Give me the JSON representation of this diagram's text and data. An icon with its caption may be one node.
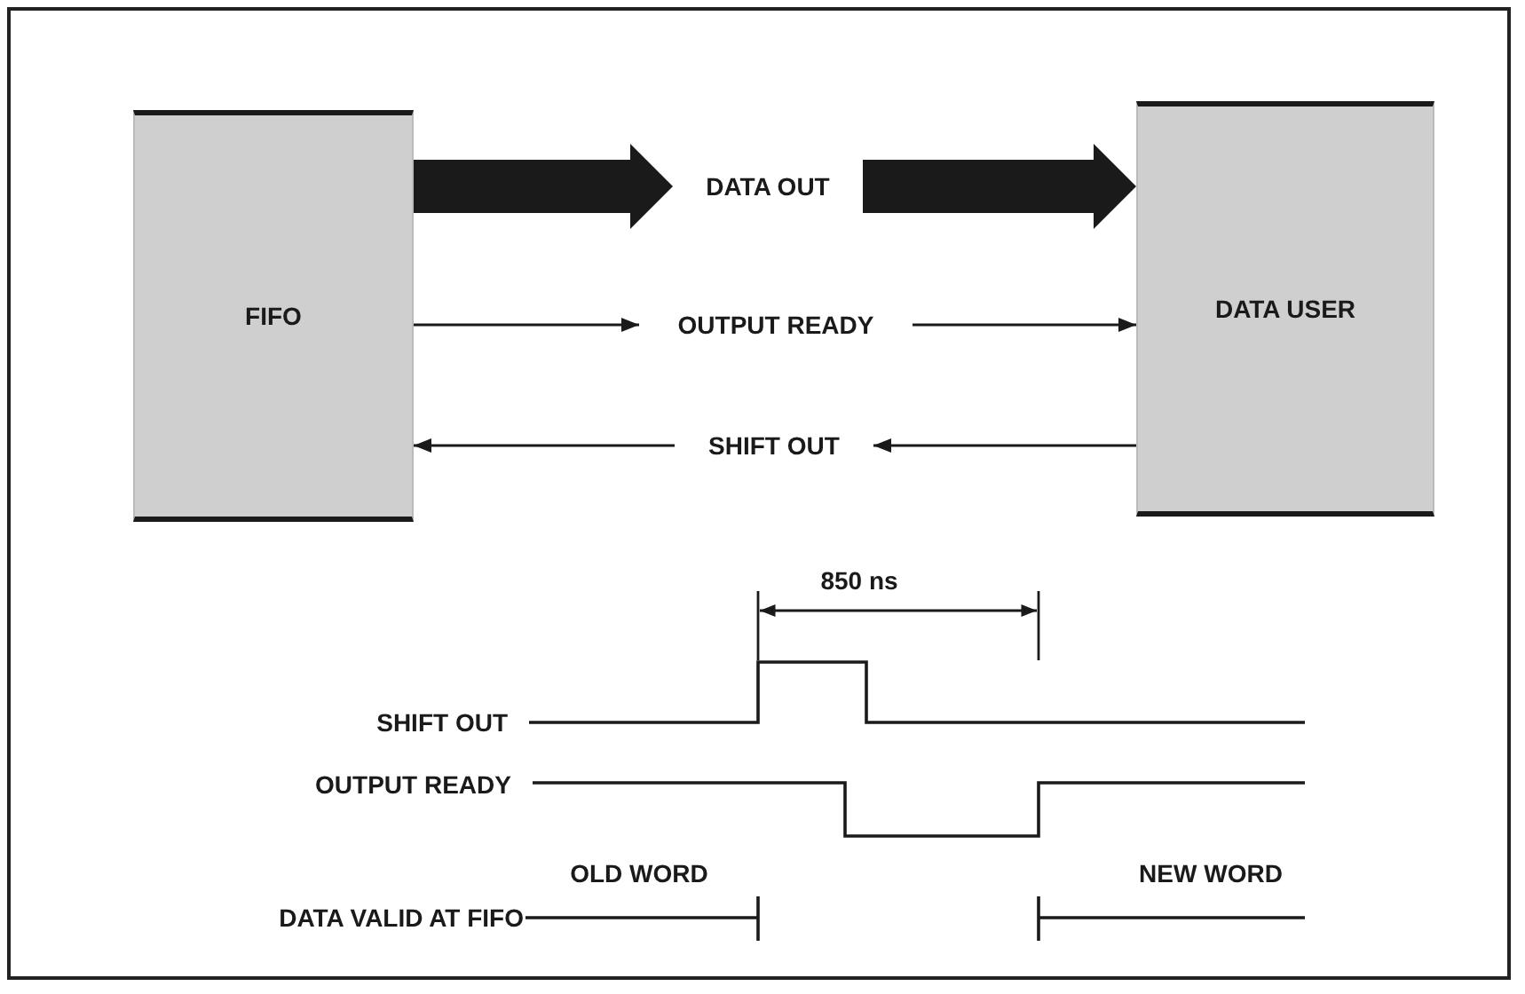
{
  "diagram": {
    "nodes": [
      {
        "text": [
          "FIFO"
        ]
      },
      {
        "text": [
          "DATA USER"
        ]
      },
      {
        "text": [
          "DATA OUT"
        ]
      },
      {
        "text": [
          "OUTPUT READY"
        ]
      },
      {
        "text": [
          "SHIFT OUT"
        ]
      }
    ],
    "edges": [
      {
        "from": 0,
        "to": 2,
        "arrow": "to",
        "style": "thick"
      },
      {
        "from": 2,
        "to": 1,
        "arrow": "to",
        "style": "thick"
      },
      {
        "from": 0,
        "to": 3,
        "arrow": "to"
      },
      {
        "from": 3,
        "to": 1,
        "arrow": "to"
      },
      {
        "from": 1,
        "to": 4,
        "arrow": "to"
      },
      {
        "from": 4,
        "to": 0,
        "arrow": "to"
      }
    ],
    "labels": [
      "850 ns",
      "SHIFT OUT",
      "OUTPUT READY",
      "OLD WORD",
      "NEW WORD",
      "DATA VALID AT FIFO"
    ]
  }
}
